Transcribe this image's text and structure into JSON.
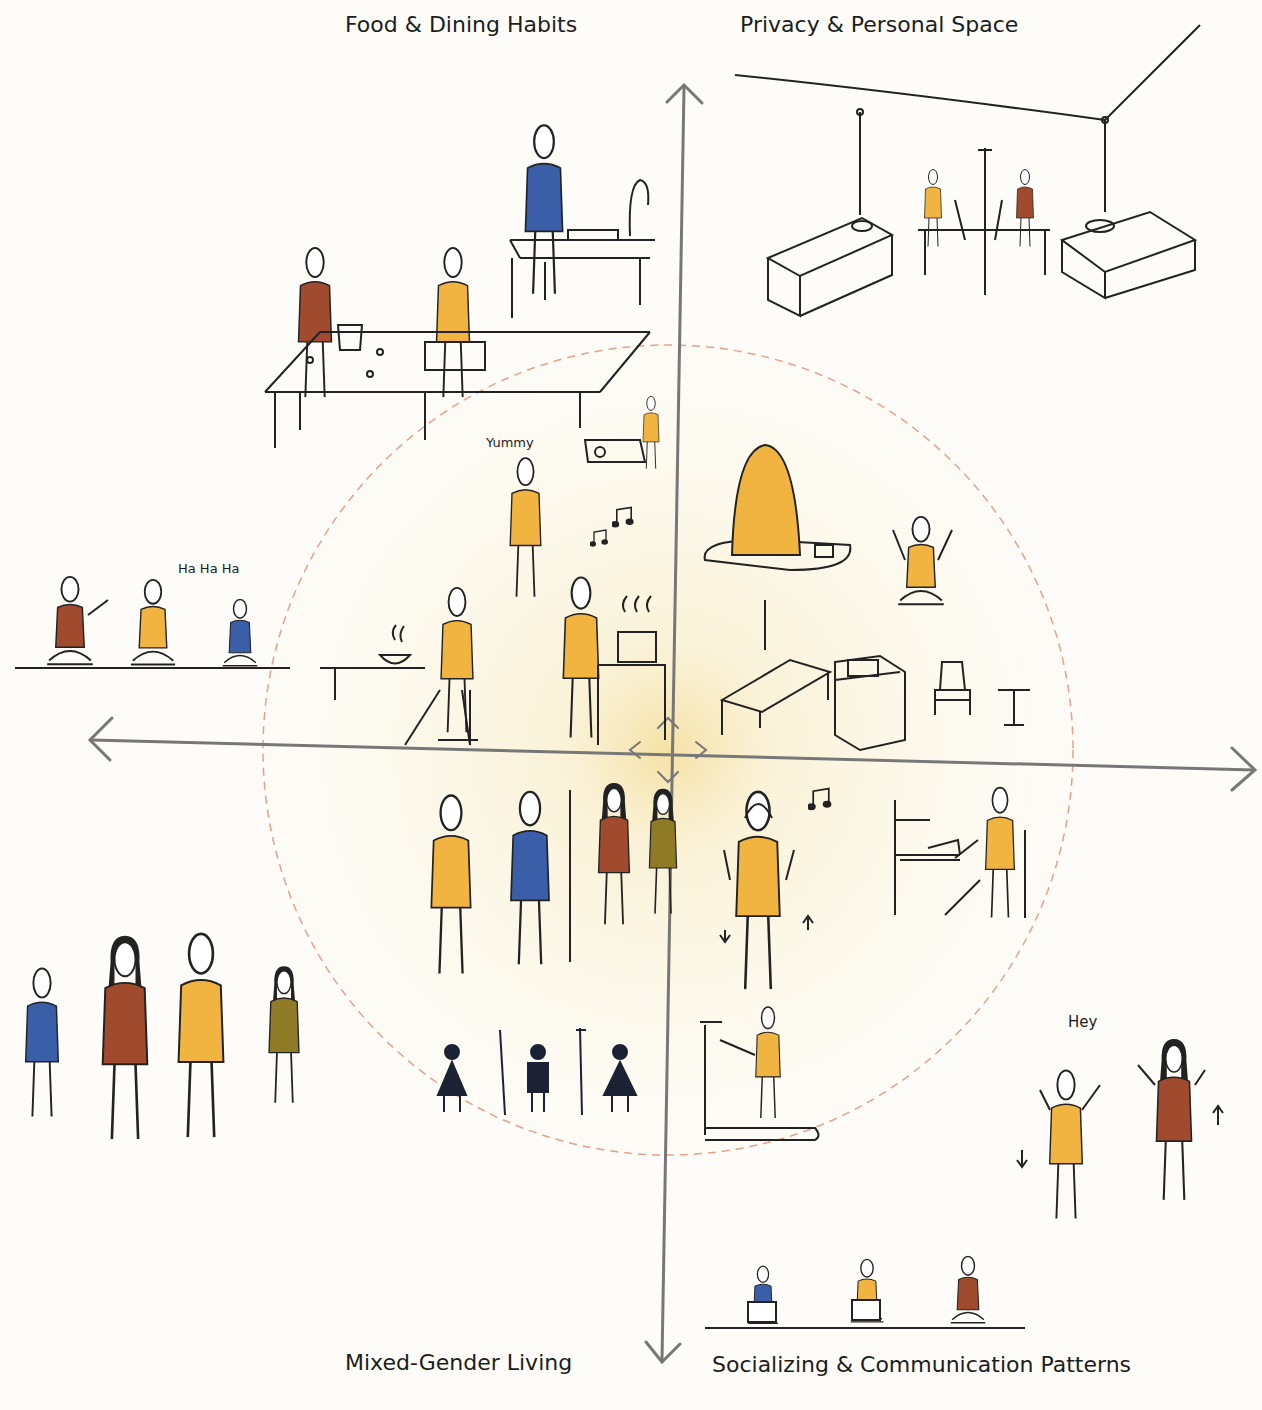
{
  "diagram": {
    "labels": [
      "Food & Dining Habits",
      "Privacy & Personal Space",
      "Mixed-Gender Living",
      "Socializing & Communication Patterns",
      "Yummy",
      "Ha Ha Ha",
      "Hey"
    ]
  }
}
